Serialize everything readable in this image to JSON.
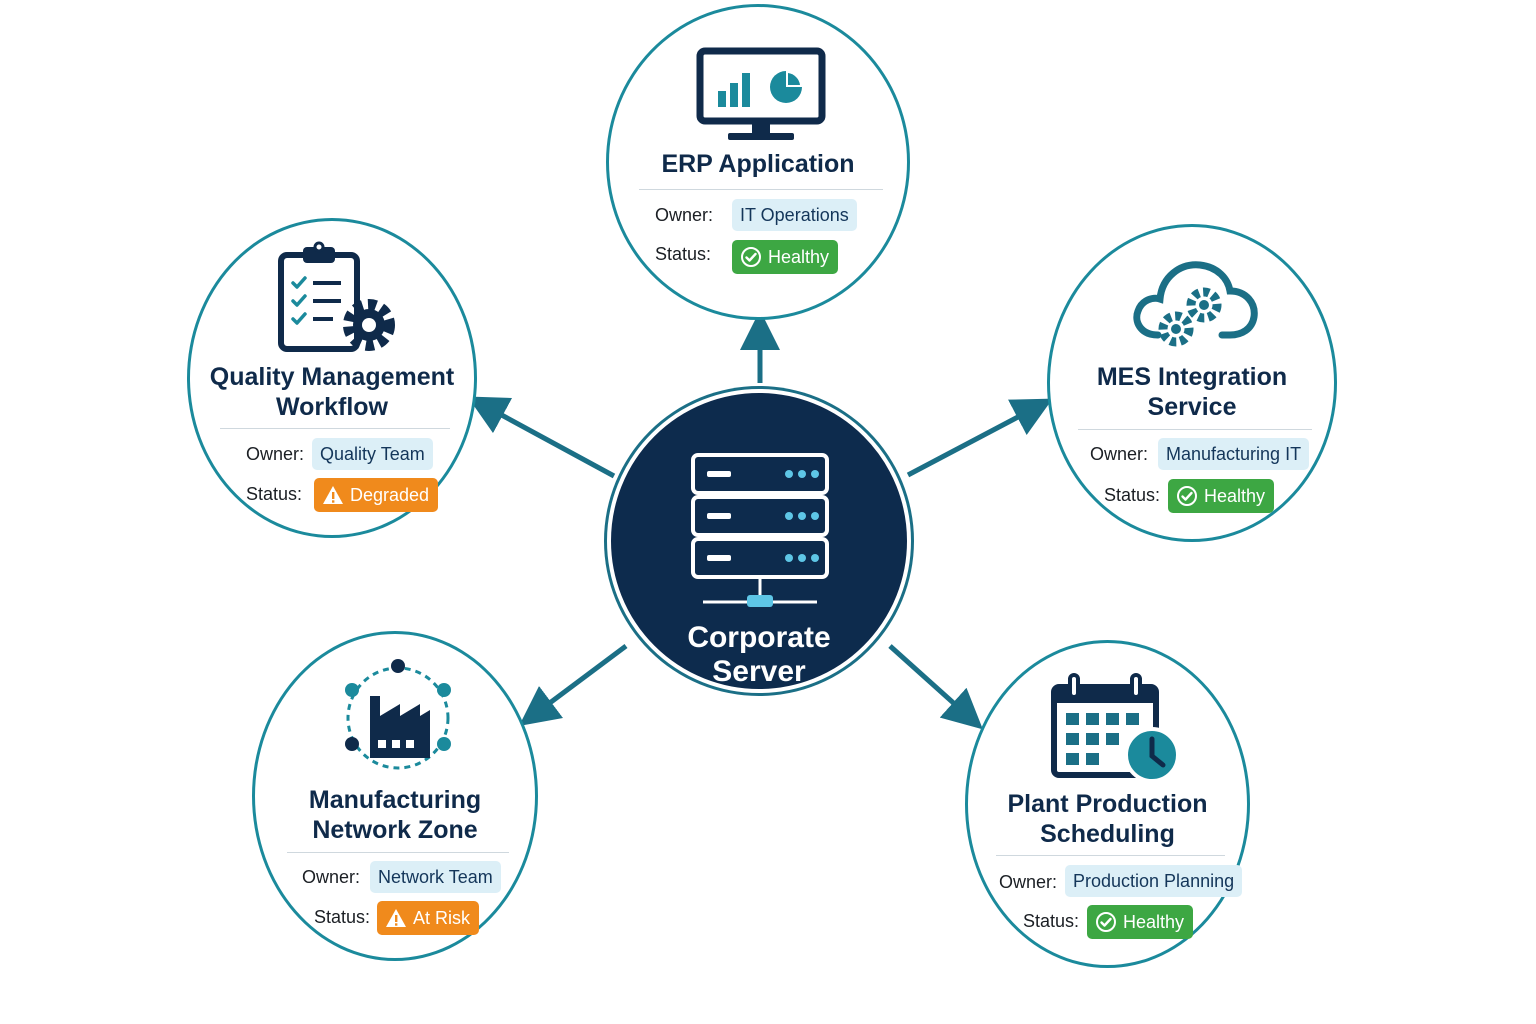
{
  "hub": {
    "title": "Corporate\nServer",
    "icon": "server-rack-icon"
  },
  "labels": {
    "owner": "Owner:",
    "status": "Status:"
  },
  "colors": {
    "accent": "#1b8a9c",
    "hub_fill": "#0d2b4d",
    "connector": "#1b6f86",
    "healthy": "#3da743",
    "warning": "#f08a1c",
    "owner_chip": "#dceff7"
  },
  "nodes": [
    {
      "id": "erp",
      "title": "ERP Application",
      "icon": "monitor-analytics-icon",
      "owner": "IT Operations",
      "status": "Healthy",
      "status_level": "healthy"
    },
    {
      "id": "mes",
      "title": "MES Integration\nService",
      "icon": "cloud-gears-icon",
      "owner": "Manufacturing IT",
      "status": "Healthy",
      "status_level": "healthy"
    },
    {
      "id": "pps",
      "title": "Plant Production\nScheduling",
      "icon": "calendar-clock-icon",
      "owner": "Production Planning",
      "status": "Healthy",
      "status_level": "healthy"
    },
    {
      "id": "mnz",
      "title": "Manufacturing\nNetwork Zone",
      "icon": "factory-network-icon",
      "owner": "Network Team",
      "status": "At Risk",
      "status_level": "warning"
    },
    {
      "id": "qmw",
      "title": "Quality Management\nWorkflow",
      "icon": "clipboard-gear-icon",
      "owner": "Quality Team",
      "status": "Degraded",
      "status_level": "warning"
    }
  ]
}
